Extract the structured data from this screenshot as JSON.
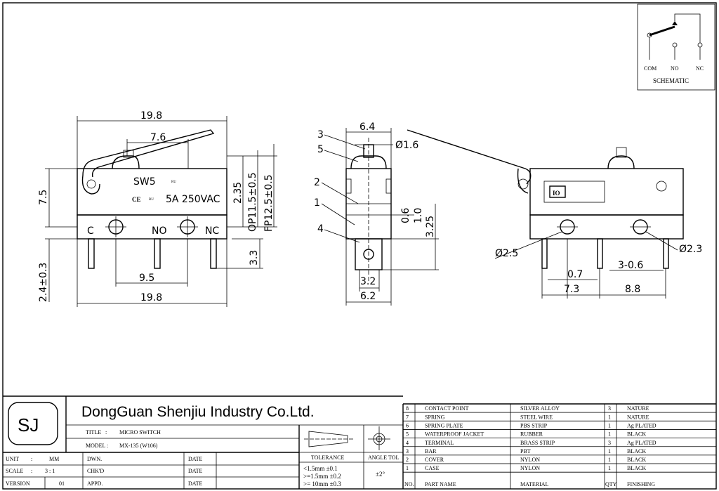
{
  "schematic": {
    "label": "SCHEMATIC",
    "com": "COM",
    "no": "NO",
    "nc": "NC"
  },
  "front_view": {
    "dim_total_width": "19.8",
    "dim_lever_pos": "7.6",
    "dim_height": "7.5",
    "dim_235": "2.35",
    "dim_op": "OP11.5±0.5",
    "dim_fp": "FP12.5±0.5",
    "dim_33": "3.3",
    "dim_24": "2.4±0.3",
    "dim_95": "9.5",
    "dim_bottom_width": "19.8",
    "body_model": "SW5",
    "body_ul": "ᴿᵁ",
    "body_rating": "5A 250VAC",
    "body_ce": "CE",
    "body_ul2": "ᴿᵁ",
    "label_c": "C",
    "label_no": "NO",
    "label_nc": "NC"
  },
  "side_view": {
    "dim_width": "6.4",
    "dim_pin": "Ø1.6",
    "dim_06": "0.6",
    "dim_10": "1.0",
    "dim_325": "3.25",
    "dim_32": "3.2",
    "dim_62": "6.2",
    "callout_3": "3",
    "callout_5": "5",
    "callout_2": "2",
    "callout_1": "1",
    "callout_4": "4"
  },
  "rear_view": {
    "dim_hole_left": "Ø2.5",
    "dim_hole_right": "Ø2.3",
    "dim_07": "0.7",
    "dim_306": "3-0.6",
    "dim_73": "7.3",
    "dim_88": "8.8"
  },
  "title_block": {
    "logo": "SJ",
    "company": "DongGuan Shenjiu Industry Co.Ltd.",
    "title_label": "TITLE",
    "title_value": "MICRO SWITCH",
    "model_label": "MODEL",
    "model_value": "MX-135 (W106)",
    "unit_label": "UNIT",
    "unit_value": "MM",
    "scale_label": "SCALE",
    "scale_value": "3 : 1",
    "version_label": "VERSION",
    "version_value": "01",
    "dwn": "DWN.",
    "chkd": "CHK'D",
    "appd": "APPD.",
    "date1": "DATE",
    "date2": "DATE",
    "date3": "DATE",
    "tolerance_label": "TOLERANCE",
    "angle_label": "ANGLE TOL",
    "tol_1": "<1.5mm ±0.1",
    "tol_2": ">=1.5mm ±0.2",
    "tol_3": ">= 10mm ±0.3",
    "angle_value": "±2°"
  },
  "parts_table": {
    "header": {
      "no": "NO.",
      "part": "PART NAME",
      "material": "MATERIAL",
      "qty": "QTY",
      "finish": "FINISHING"
    },
    "rows": [
      {
        "no": "8",
        "part": "CONTACT POINT",
        "material": "SILVER ALLOY",
        "qty": "3",
        "finish": "NATURE"
      },
      {
        "no": "7",
        "part": "SPRING",
        "material": "STEEL WIRE",
        "qty": "1",
        "finish": "NATURE"
      },
      {
        "no": "6",
        "part": "SPRING PLATE",
        "material": "PBS STRIP",
        "qty": "1",
        "finish": "Ag PLATED"
      },
      {
        "no": "5",
        "part": "WATERPROOF JACKET",
        "material": "RUBBER",
        "qty": "1",
        "finish": "BLACK"
      },
      {
        "no": "4",
        "part": "TERMINAL",
        "material": "BRASS STRIP",
        "qty": "3",
        "finish": "Ag PLATED"
      },
      {
        "no": "3",
        "part": "BAR",
        "material": "PBT",
        "qty": "1",
        "finish": "BLACK"
      },
      {
        "no": "2",
        "part": "COVER",
        "material": "NYLON",
        "qty": "1",
        "finish": "BLACK"
      },
      {
        "no": "1",
        "part": "CASE",
        "material": "NYLON",
        "qty": "1",
        "finish": "BLACK"
      }
    ]
  }
}
